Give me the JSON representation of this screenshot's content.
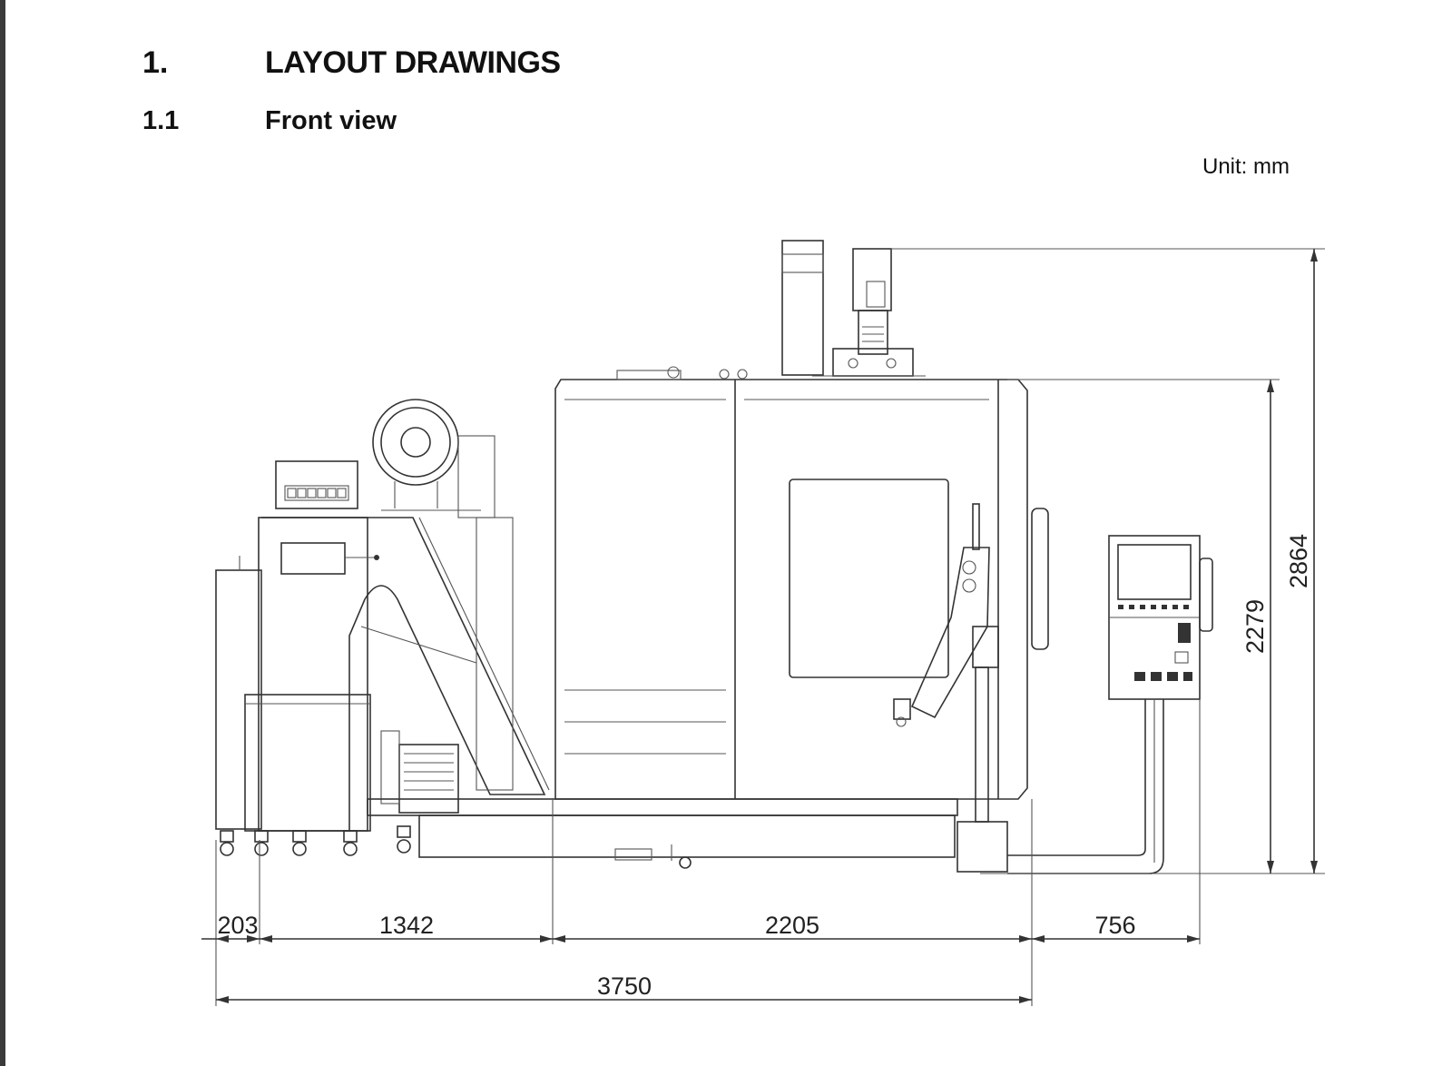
{
  "section": {
    "number": "1.",
    "title": "LAYOUT DRAWINGS"
  },
  "subsection": {
    "number": "1.1",
    "title": "Front view"
  },
  "unit_label": "Unit: mm",
  "dimensions": {
    "horizontal_segments": [
      "203",
      "1342",
      "2205",
      "756"
    ],
    "overall_width": "3750",
    "cabinet_height": "2279",
    "overall_height": "2864"
  }
}
